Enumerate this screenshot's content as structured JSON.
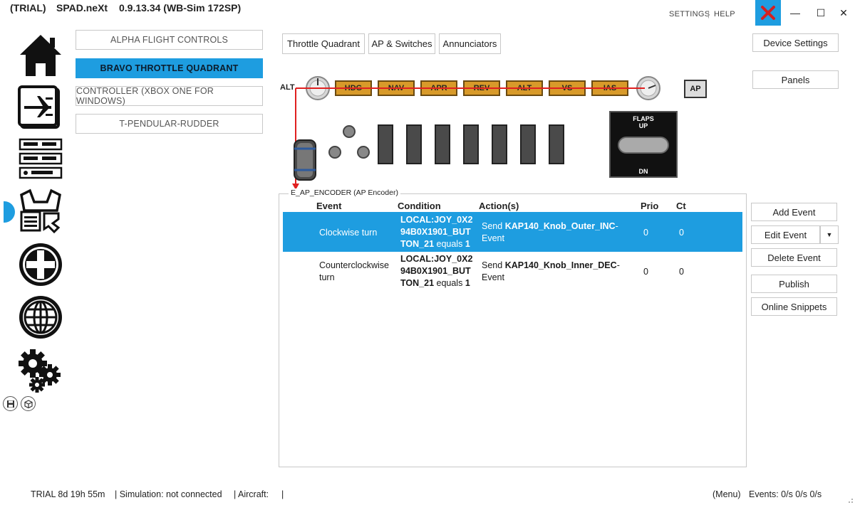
{
  "titlebar": {
    "trial": "(TRIAL)",
    "app_name": "SPAD.neXt",
    "version": "0.9.13.34 (WB-Sim 172SP)",
    "settings": "SETTINGS",
    "separator": "|",
    "help": "HELP",
    "minimize": "—",
    "maximize": "☐",
    "close": "✕"
  },
  "devices": [
    {
      "label": "ALPHA FLIGHT CONTROLS"
    },
    {
      "label": "BRAVO THROTTLE QUADRANT"
    },
    {
      "label": "CONTROLLER (XBOX ONE FOR WINDOWS)"
    },
    {
      "label": "T-PENDULAR-RUDDER"
    }
  ],
  "tabs": [
    {
      "label": "Throttle Quadrant"
    },
    {
      "label": "AP & Switches"
    },
    {
      "label": "Annunciators"
    }
  ],
  "device_panel": {
    "alt_label": "ALT",
    "annunciators": [
      "HDG",
      "NAV",
      "APR",
      "REV",
      "ALT",
      "VS",
      "IAS"
    ],
    "ap_label": "AP",
    "flaps_label": "FLAPS",
    "flaps_up": "UP",
    "flaps_dn": "DN"
  },
  "right_buttons": {
    "device_settings": "Device Settings",
    "panels": "Panels",
    "add_event": "Add Event",
    "edit_event": "Edit Event",
    "delete_event": "Delete Event",
    "publish": "Publish",
    "online_snippets": "Online Snippets"
  },
  "events_panel": {
    "title": "E_AP_ENCODER (AP Encoder)",
    "columns": {
      "event": "Event",
      "condition": "Condition",
      "actions": "Action(s)",
      "prio": "Prio",
      "ct": "Ct"
    },
    "rows": [
      {
        "event": "Clockwise turn",
        "condition_1": "LOCAL:JOY_0X2",
        "condition_2": "94B0X1901_BUT",
        "condition_3": "TON_21",
        "condition_equals": "equals",
        "condition_value": "1",
        "action_send": "Send",
        "action_name": "KAP140_Knob_Outer_INC",
        "action_suffix": "-",
        "action_type": "Event",
        "prio": "0",
        "ct": "0"
      },
      {
        "event_1": "Counterclockwise",
        "event_2": "turn",
        "condition_1": "LOCAL:JOY_0X2",
        "condition_2": "94B0X1901_BUT",
        "condition_3": "TON_21",
        "condition_equals": "equals",
        "condition_value": "1",
        "action_send": "Send",
        "action_name": "KAP140_Knob_Inner_DEC",
        "action_suffix": "-",
        "action_type": "Event",
        "prio": "0",
        "ct": "0"
      }
    ]
  },
  "statusbar": {
    "trial": "TRIAL 8d 19h 55m",
    "simulation": "| Simulation: not connected",
    "aircraft": "| Aircraft:",
    "aircraft_end": "|",
    "menu": "(Menu)",
    "events": "Events: 0/s 0/s 0/s"
  },
  "colors": {
    "accent": "#1e9de0",
    "annunciator": "#d89a2a",
    "wire": "#e02020"
  }
}
